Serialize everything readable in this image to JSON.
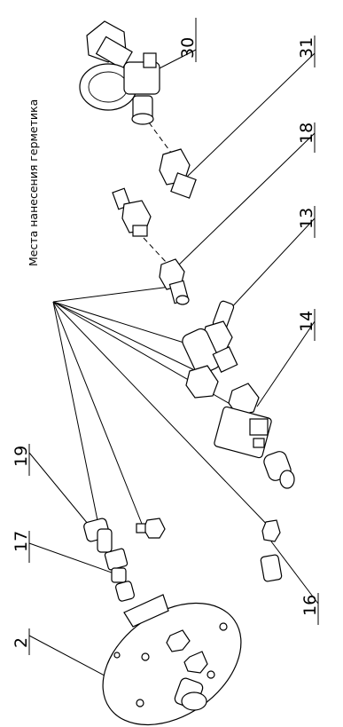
{
  "annotation": "Места нанесения герметика",
  "labels": {
    "p30": "30",
    "p31": "31",
    "p18": "18",
    "p13": "13",
    "p14": "14",
    "p19": "19",
    "p17": "17",
    "p16": "16",
    "p2": "2"
  }
}
